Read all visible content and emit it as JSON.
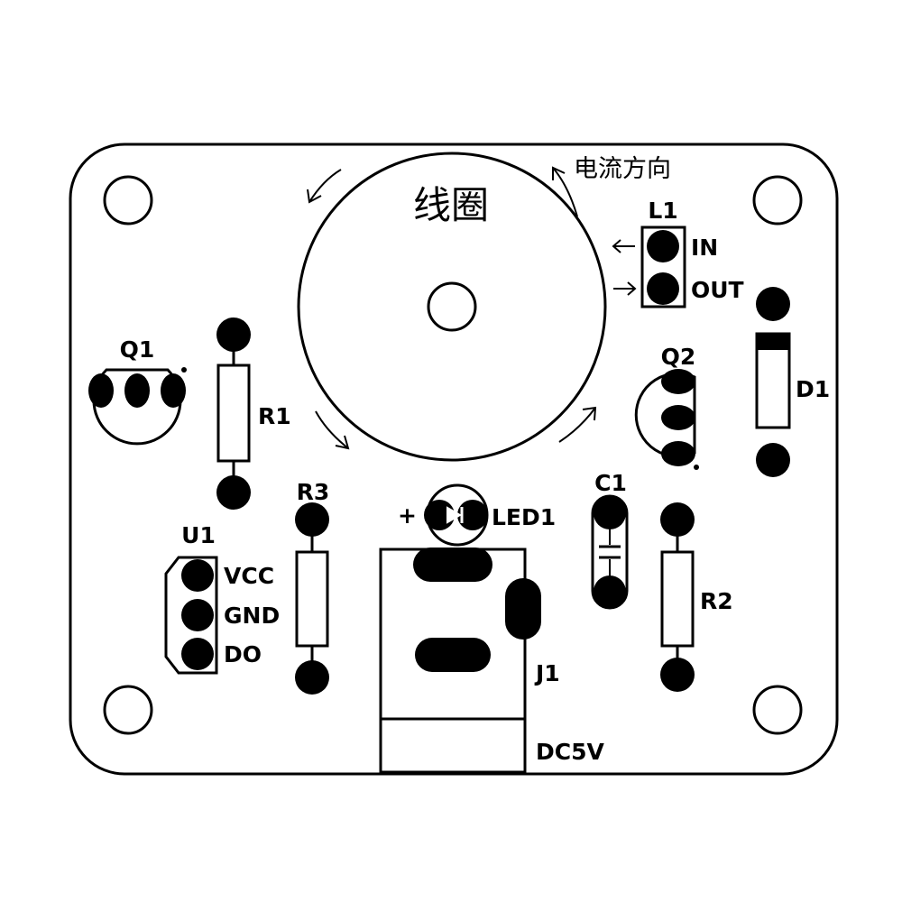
{
  "coil": {
    "label": "线圈",
    "current_direction": "电流方向"
  },
  "components": {
    "L1": {
      "ref": "L1",
      "pin_in": "IN",
      "pin_out": "OUT"
    },
    "Q1": {
      "ref": "Q1"
    },
    "Q2": {
      "ref": "Q2"
    },
    "R1": {
      "ref": "R1"
    },
    "R2": {
      "ref": "R2"
    },
    "R3": {
      "ref": "R3"
    },
    "D1": {
      "ref": "D1"
    },
    "C1": {
      "ref": "C1"
    },
    "U1": {
      "ref": "U1",
      "pins": [
        "VCC",
        "GND",
        "DO"
      ]
    },
    "LED1": {
      "ref": "LED1",
      "polarity": "+"
    },
    "J1": {
      "ref": "J1",
      "label": "DC5V"
    }
  },
  "colors": {
    "ink": "#000000",
    "board": "#ffffff"
  }
}
